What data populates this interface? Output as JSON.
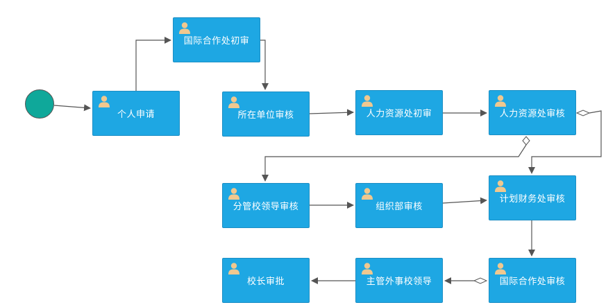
{
  "diagram": {
    "start_node": {
      "color": "#0fa89a"
    },
    "task_color": "#1ea7e3",
    "task_icon": "user-icon",
    "tasks": [
      {
        "id": "n1",
        "label": "个人申请"
      },
      {
        "id": "n2",
        "label": "国际合作处初审"
      },
      {
        "id": "n3",
        "label": "所在单位审核"
      },
      {
        "id": "n4",
        "label": "人力资源处初审"
      },
      {
        "id": "n5",
        "label": "人力资源处审核"
      },
      {
        "id": "n6",
        "label": "分管校领导审核"
      },
      {
        "id": "n7",
        "label": "组织部审核"
      },
      {
        "id": "n8",
        "label": "计划财务处审核"
      },
      {
        "id": "n9",
        "label": "校长审批"
      },
      {
        "id": "n10",
        "label": "主管外事校领导"
      },
      {
        "id": "n11",
        "label": "国际合作处审核"
      }
    ],
    "edges": [
      {
        "from": "start",
        "to": "n1"
      },
      {
        "from": "n1",
        "to": "n2"
      },
      {
        "from": "n2",
        "to": "n3"
      },
      {
        "from": "n3",
        "to": "n4"
      },
      {
        "from": "n4",
        "to": "n5"
      },
      {
        "from": "n5",
        "to": "n6",
        "conditional": true
      },
      {
        "from": "n5",
        "to": "n8",
        "conditional": true
      },
      {
        "from": "n6",
        "to": "n7"
      },
      {
        "from": "n7",
        "to": "n8"
      },
      {
        "from": "n8",
        "to": "n11"
      },
      {
        "from": "n11",
        "to": "n10",
        "conditional": true
      },
      {
        "from": "n10",
        "to": "n9"
      }
    ]
  }
}
